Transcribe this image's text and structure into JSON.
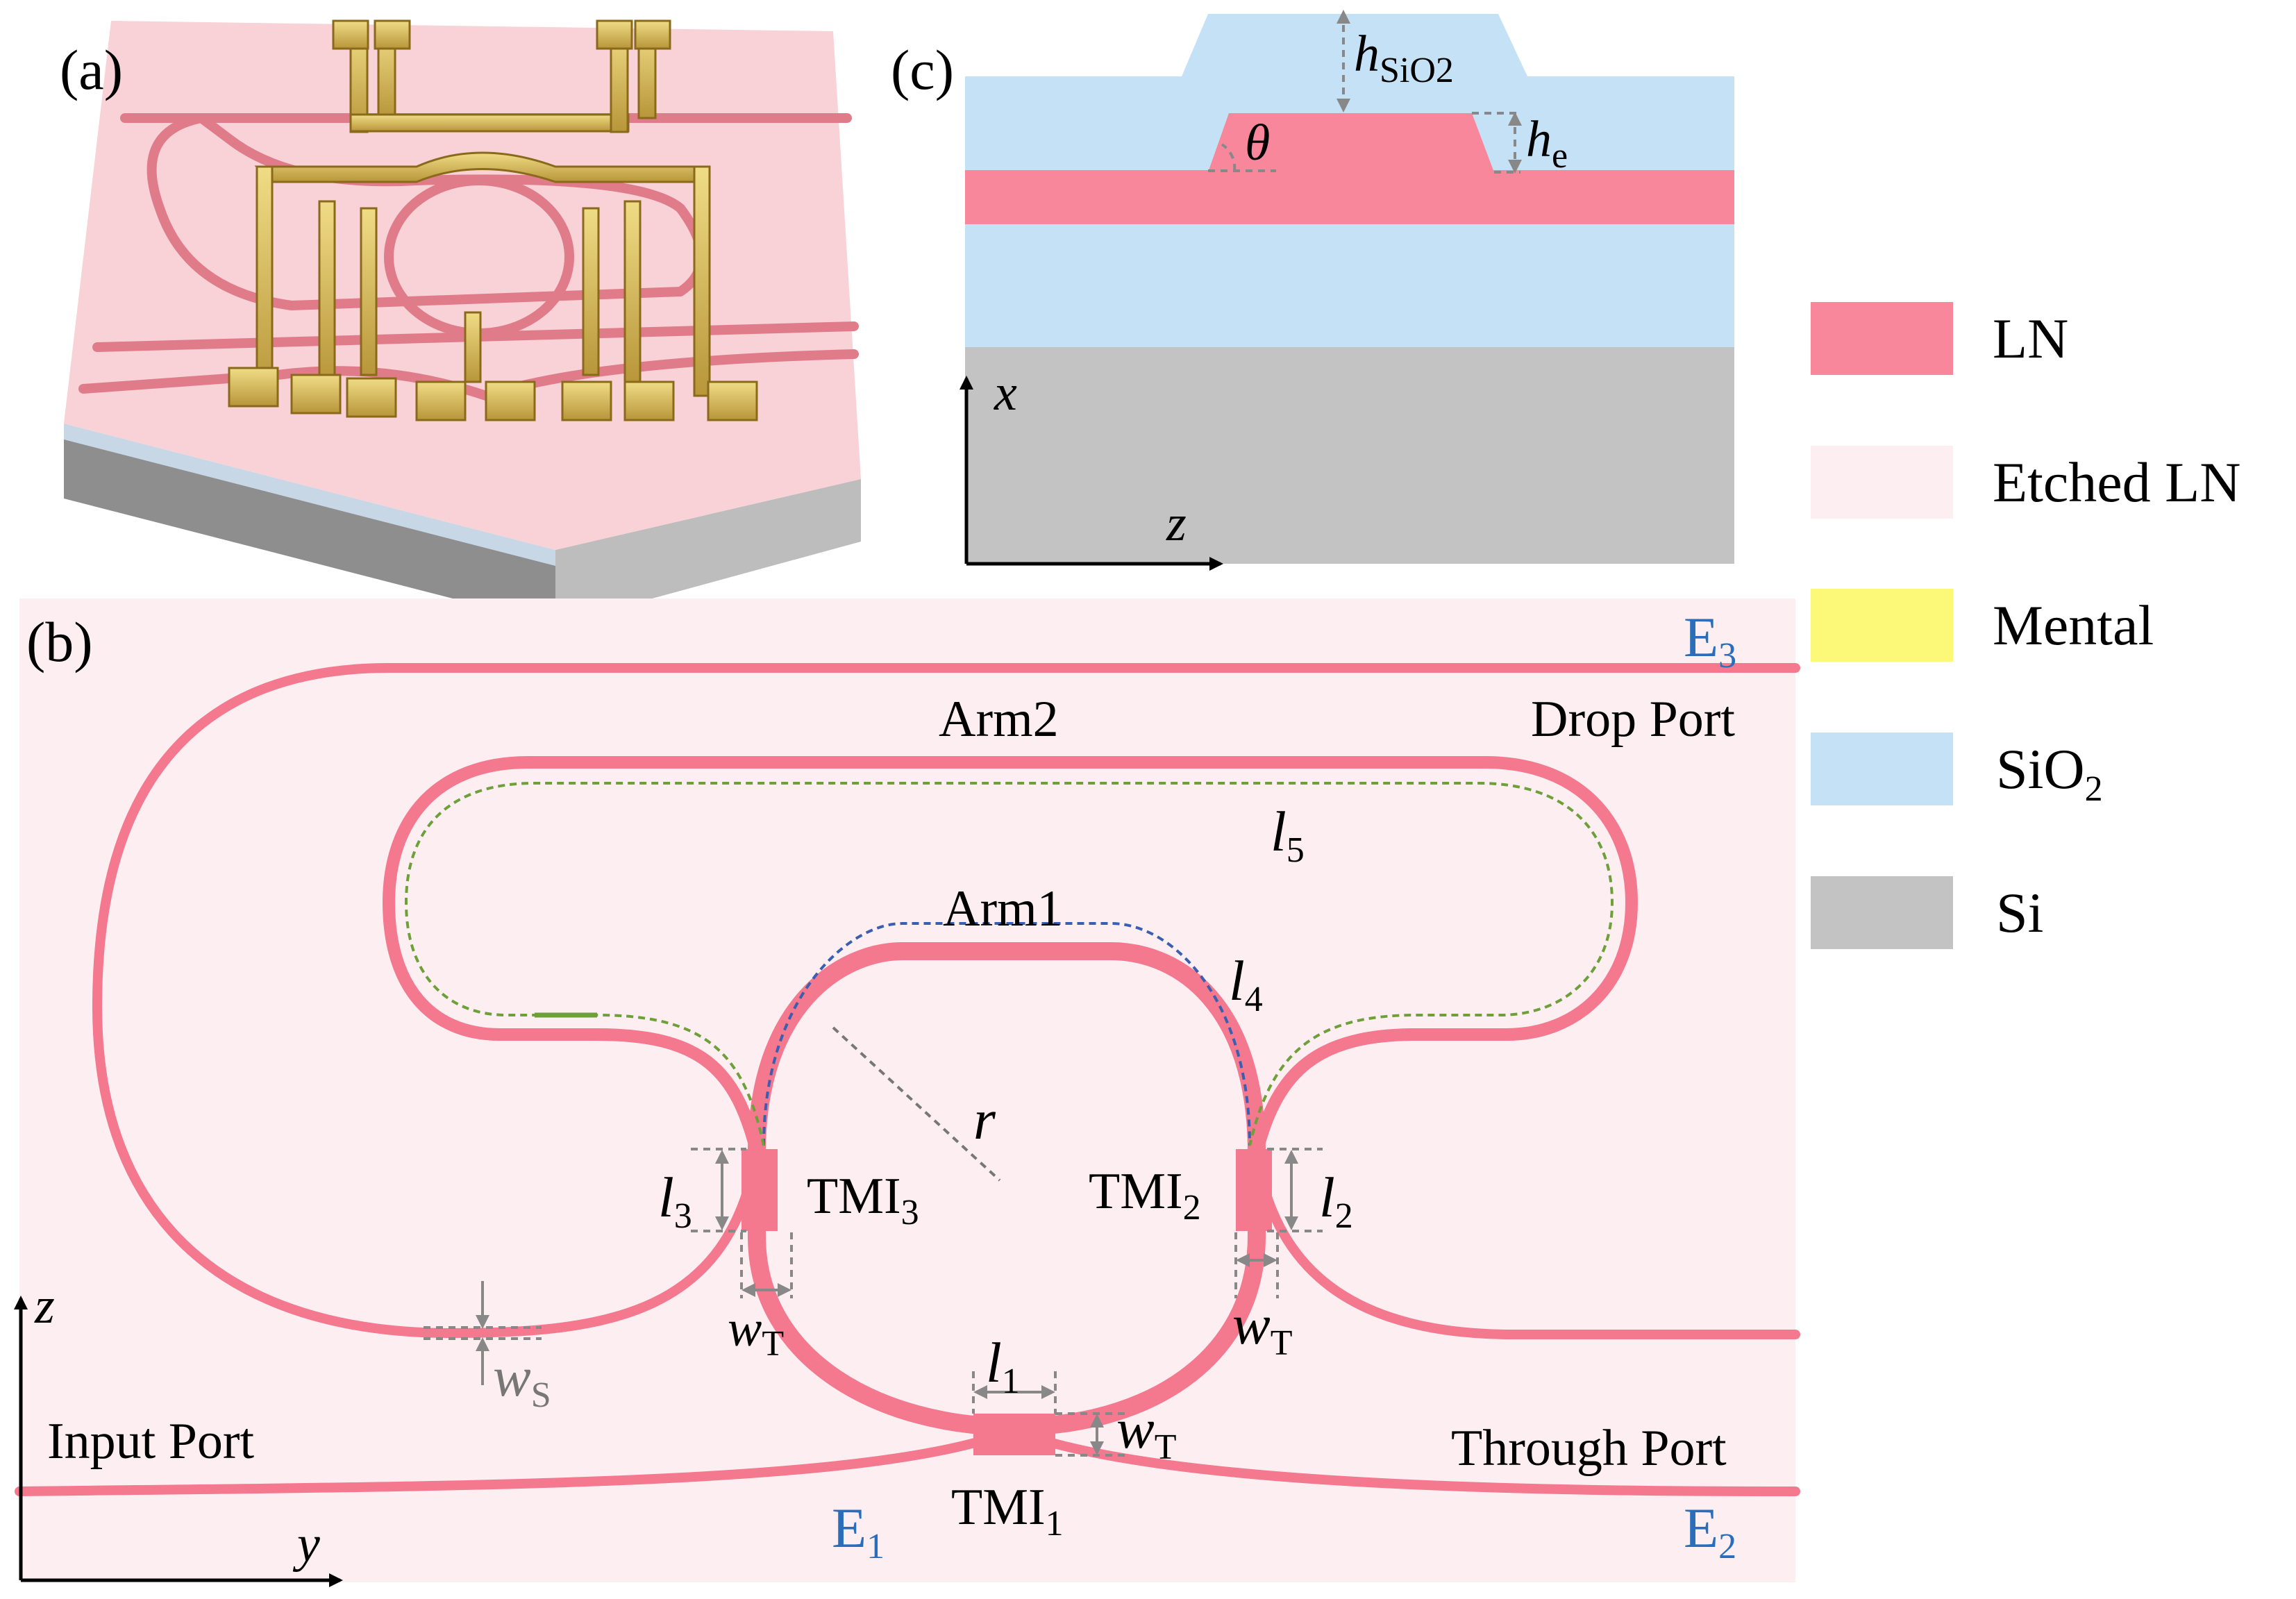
{
  "colors": {
    "ln": "#f9879c",
    "etched_ln": "#fdeef2",
    "metal": "#fcf979",
    "sio2": "#c5e1f5",
    "si": "#c3c3c3",
    "metal_3d": "#cdb24f",
    "port_blue": "#2a6ebb",
    "path_green": "#6ea03a",
    "path_blue": "#3a5fb0"
  },
  "panel_a": {
    "label": "(a)"
  },
  "panel_b": {
    "label": "(b)",
    "ports": {
      "input": "Input Port",
      "through": "Through Port",
      "drop": "Drop Port"
    },
    "fields": {
      "e1": "E",
      "e1_sub": "1",
      "e2": "E",
      "e2_sub": "2",
      "e3": "E",
      "e3_sub": "3"
    },
    "arms": {
      "arm1": "Arm1",
      "arm2": "Arm2"
    },
    "tmi": {
      "tmi1": "TMI",
      "tmi1_sub": "1",
      "tmi2": "TMI",
      "tmi2_sub": "2",
      "tmi3": "TMI",
      "tmi3_sub": "3"
    },
    "dims": {
      "l": "l",
      "l1_sub": "1",
      "l2_sub": "2",
      "l3_sub": "3",
      "l4_sub": "4",
      "l5_sub": "5",
      "r": "r",
      "w": "w",
      "wT_sub": "T",
      "wS_sub": "S"
    },
    "axes": {
      "z": "z",
      "y": "y"
    }
  },
  "panel_c": {
    "label": "(c)",
    "h": "h",
    "h_sio2_sub": "SiO2",
    "h_e_sub": "e",
    "theta": "θ",
    "axes": {
      "x": "x",
      "z": "z"
    }
  },
  "legend": {
    "items": [
      {
        "label": "LN",
        "color": "#f9879c"
      },
      {
        "label": "Etched LN",
        "color": "#fdeef2"
      },
      {
        "label": "Mental",
        "color": "#fcf979"
      },
      {
        "label": "SiO",
        "sub": "2",
        "color": "#c5e1f5"
      },
      {
        "label": "Si",
        "color": "#c3c3c3"
      }
    ]
  }
}
